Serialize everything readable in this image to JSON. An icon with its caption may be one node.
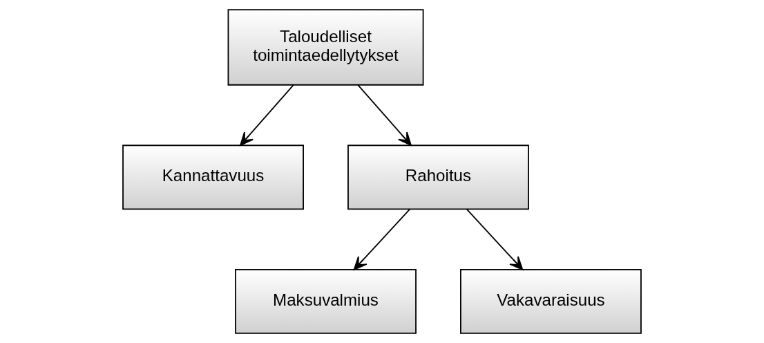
{
  "diagram": {
    "nodes": [
      {
        "text": [
          "Taloudelliset toimintaedellytykset"
        ]
      },
      {
        "text": [
          "Kannattavuus"
        ]
      },
      {
        "text": [
          "Rahoitus"
        ]
      },
      {
        "text": [
          "Maksuvalmius"
        ]
      },
      {
        "text": [
          "Vakavaraisuus"
        ]
      }
    ],
    "edges": [
      {
        "from": 0,
        "to": 1,
        "arrow": "to"
      },
      {
        "from": 0,
        "to": 2,
        "arrow": "to"
      },
      {
        "from": 2,
        "to": 3,
        "arrow": "to"
      },
      {
        "from": 2,
        "to": 4,
        "arrow": "to"
      }
    ]
  }
}
